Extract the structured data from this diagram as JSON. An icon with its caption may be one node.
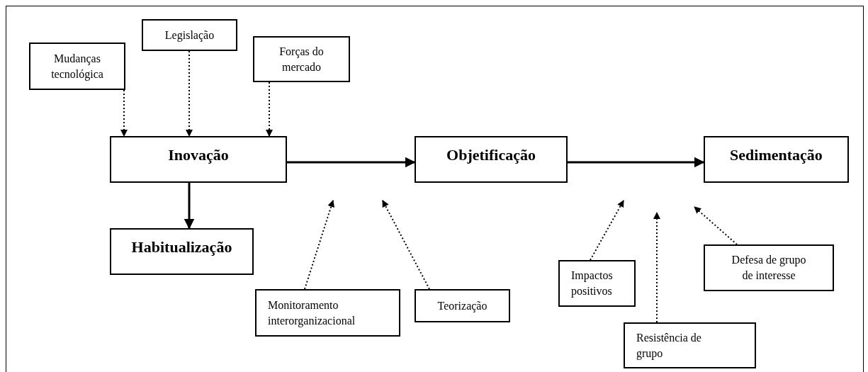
{
  "diagram": {
    "nodes": [
      {
        "text": [
          "Mudanças tecnológica"
        ]
      },
      {
        "text": [
          "Legislação"
        ]
      },
      {
        "text": [
          "Forças do mercado"
        ]
      },
      {
        "text": [
          "Inovação"
        ]
      },
      {
        "text": [
          "Habitualização"
        ]
      },
      {
        "text": [
          "Objetificação"
        ]
      },
      {
        "text": [
          "Sedimentação"
        ]
      },
      {
        "text": [
          "Monitoramento interorganizacional"
        ]
      },
      {
        "text": [
          "Teorização"
        ]
      },
      {
        "text": [
          "Impactos positivos"
        ]
      },
      {
        "text": [
          "Resistência de grupo"
        ]
      },
      {
        "text": [
          "Defesa de grupo de interesse"
        ]
      }
    ],
    "edges": [
      {
        "from": 0,
        "to": 3,
        "arrow": "to",
        "style": "dashed"
      },
      {
        "from": 1,
        "to": 3,
        "arrow": "to",
        "style": "dashed"
      },
      {
        "from": 2,
        "to": 3,
        "arrow": "to",
        "style": "dashed"
      },
      {
        "from": 3,
        "to": 4,
        "arrow": "to"
      },
      {
        "from": 3,
        "to": 5,
        "arrow": "to"
      },
      {
        "from": 5,
        "to": 6,
        "arrow": "to"
      },
      {
        "from": 7,
        "to": null,
        "arrow": "to",
        "style": "dashed"
      },
      {
        "from": 8,
        "to": null,
        "arrow": "to",
        "style": "dashed"
      },
      {
        "from": 9,
        "to": null,
        "arrow": "to",
        "style": "dashed"
      },
      {
        "from": 10,
        "to": null,
        "arrow": "to",
        "style": "dashed"
      },
      {
        "from": 11,
        "to": null,
        "arrow": "to",
        "style": "dashed"
      }
    ]
  }
}
